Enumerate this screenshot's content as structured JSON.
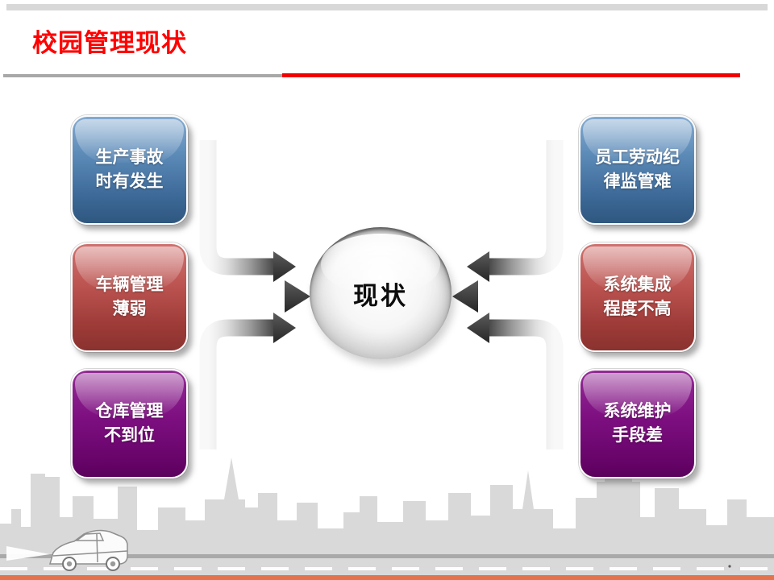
{
  "slide": {
    "title": {
      "text": "校园管理现状",
      "color": "#fe0000"
    },
    "underline": {
      "gray_color": "#a8a8a8",
      "red_color": "#f20000"
    },
    "center": {
      "label": "现状"
    },
    "issues_left": [
      {
        "line1": "生产事故",
        "line2": "时有发生",
        "theme": "blue"
      },
      {
        "line1": "车辆管理",
        "line2": "薄弱",
        "theme": "red"
      },
      {
        "line1": "仓库管理",
        "line2": "不到位",
        "theme": "purple"
      }
    ],
    "issues_right": [
      {
        "line1": "员工劳动纪",
        "line2": "律监管难",
        "theme": "blue"
      },
      {
        "line1": "系统集成",
        "line2": "程度不高",
        "theme": "red"
      },
      {
        "line1": "系统维护",
        "line2": "手段差",
        "theme": "purple"
      }
    ],
    "icons": {
      "arrows": "six-converging-arrow-icons-pointing-to-center",
      "skyline": "city-skyline-silhouette",
      "car": "car-outline-illustration"
    },
    "colors": {
      "blue_top": "#84abd1",
      "blue_bottom": "#2f577f",
      "red_top": "#cf7370",
      "red_bottom": "#8a322f",
      "purple_top": "#942b96",
      "purple_bottom": "#5a015c",
      "arrow_dark": "#3c3c3c",
      "skyline_gray": "#d9d9d9",
      "bottom_bar_orange": "#e2734c"
    }
  }
}
